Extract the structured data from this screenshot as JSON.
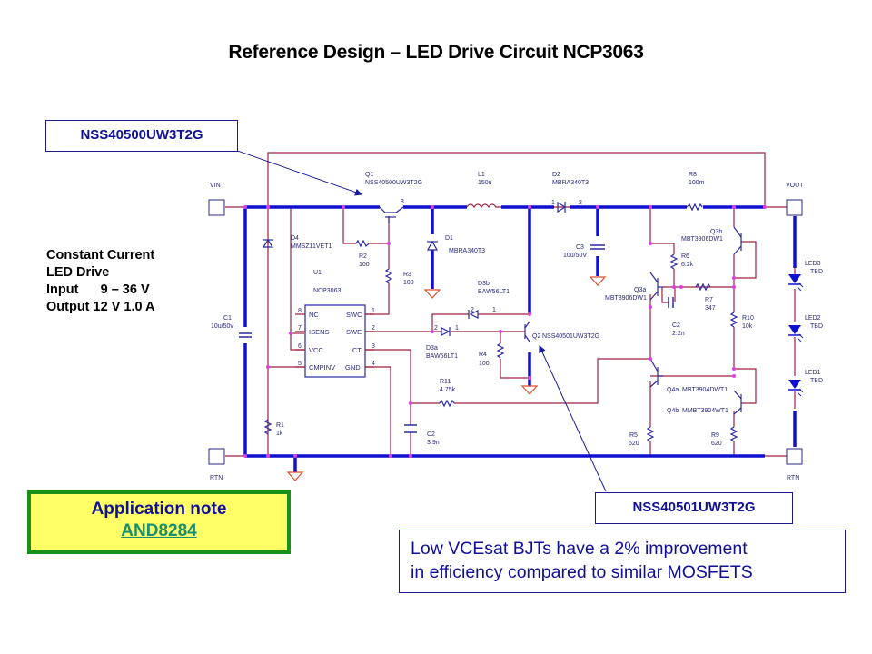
{
  "title": "Reference Design – LED Drive Circuit NCP3063",
  "callouts": {
    "q1_part": "NSS40500UW3T2G",
    "q2_part": "NSS40501UW3T2G"
  },
  "specs": {
    "line1": "Constant Current",
    "line2": "LED Drive",
    "line3": "Input      9 – 36 V",
    "line4": "Output 12 V 1.0 A"
  },
  "app_note": {
    "label": "Application note",
    "link": "AND8284"
  },
  "note": {
    "line1": "Low VCEsat BJTs have a 2% improvement",
    "line2": "in efficiency compared to similar MOSFETS"
  },
  "colors": {
    "bus": "#1010d0",
    "wire": "#a02040",
    "node": "#e040e0",
    "ground": "#e05030",
    "component": "#2a2aa0",
    "callout_text": "#101098",
    "appnote_bg": "#ffff66",
    "appnote_border": "#1a8f1a",
    "link": "#1a8f70"
  },
  "schematic": {
    "ports": {
      "vin": "VIN",
      "vout": "VOUT",
      "rtn_left": "RTN",
      "rtn_right": "RTN"
    },
    "components": {
      "q1": {
        "ref": "Q1",
        "value": "NSS40500UW3T2G"
      },
      "l1": {
        "ref": "L1",
        "value": "150u"
      },
      "d2": {
        "ref": "D2",
        "value": "MBRA340T3"
      },
      "r8": {
        "ref": "R8",
        "value": "100m"
      },
      "d4": {
        "ref": "D4",
        "value": "MMSZ11VET1"
      },
      "r2": {
        "ref": "R2",
        "value": "100"
      },
      "r3": {
        "ref": "R3",
        "value": "100"
      },
      "d1": {
        "ref": "D1",
        "value": "MBRA340T3"
      },
      "c3": {
        "ref": "C3",
        "value": "10u/50V"
      },
      "u1": {
        "ref": "U1",
        "value": "NCP3063"
      },
      "c1": {
        "ref": "C1",
        "value": "10u/50v"
      },
      "d3b": {
        "ref": "D3b",
        "value": "BAW56LT1"
      },
      "d3a": {
        "ref": "D3a",
        "value": "BAW56LT1"
      },
      "r4": {
        "ref": "R4",
        "value": "100"
      },
      "q2": {
        "ref": "Q2",
        "value": "NSS40501UW3T2G"
      },
      "r11": {
        "ref": "R11",
        "value": "4.75k"
      },
      "c2a": {
        "ref": "C2",
        "value": "3.9n"
      },
      "r1": {
        "ref": "R1",
        "value": "1k"
      },
      "q3b": {
        "ref": "Q3b",
        "value": "MBT3906DW1"
      },
      "r6": {
        "ref": "R6",
        "value": "6.2k"
      },
      "q3a": {
        "ref": "Q3a",
        "value": "MBT3906DW1"
      },
      "r7": {
        "ref": "R7",
        "value": "347"
      },
      "c2b": {
        "ref": "C2",
        "value": "2.2n"
      },
      "r10": {
        "ref": "R10",
        "value": "10k"
      },
      "q4a": {
        "ref": "Q4a",
        "value": "MBT3904DWT1"
      },
      "q4b": {
        "ref": "Q4b",
        "value": "MMBT3904WT1"
      },
      "r5": {
        "ref": "R5",
        "value": "620"
      },
      "r9": {
        "ref": "R9",
        "value": "620"
      },
      "led3": {
        "ref": "LED3",
        "value": "TBD"
      },
      "led2": {
        "ref": "LED2",
        "value": "TBD"
      },
      "led1": {
        "ref": "LED1",
        "value": "TBD"
      }
    },
    "u1_pins_left": [
      {
        "num": "8",
        "name": "NC"
      },
      {
        "num": "7",
        "name": "ISENS"
      },
      {
        "num": "6",
        "name": "VCC"
      },
      {
        "num": "5",
        "name": "CMPINV"
      }
    ],
    "u1_pins_right": [
      {
        "num": "1",
        "name": "SWC"
      },
      {
        "num": "2",
        "name": "SWE"
      },
      {
        "num": "3",
        "name": "CT"
      },
      {
        "num": "4",
        "name": "GND"
      }
    ]
  }
}
